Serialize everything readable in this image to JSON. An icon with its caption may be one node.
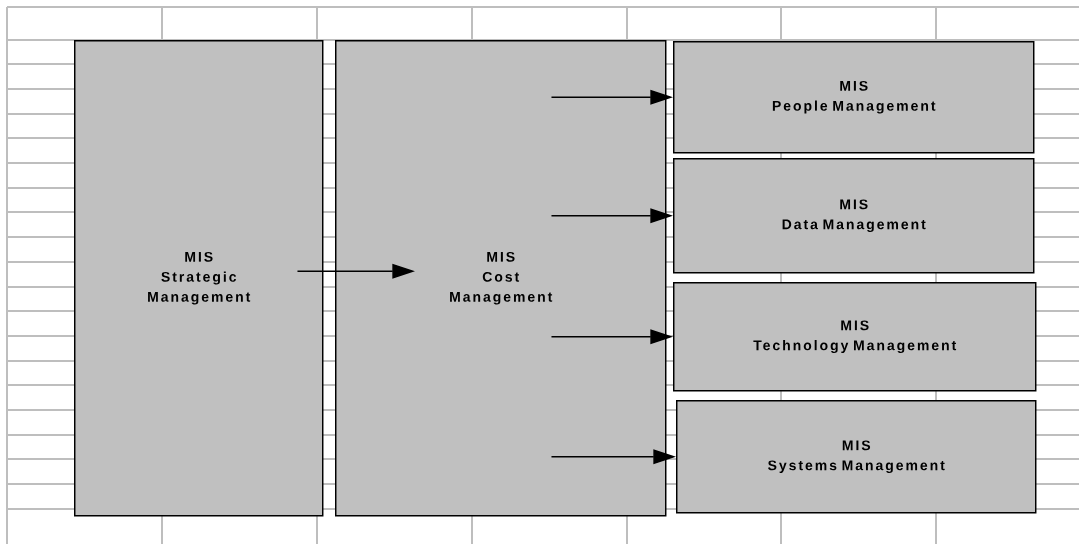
{
  "diagram": {
    "nodes": [
      {
        "text": [
          "MIS",
          "Strategic Management"
        ]
      },
      {
        "text": [
          "MIS",
          "Cost Management"
        ]
      },
      {
        "text": [
          "MIS",
          "People Management"
        ]
      },
      {
        "text": [
          "MIS",
          "Data Management"
        ]
      },
      {
        "text": [
          "MIS",
          "Technology Management"
        ]
      },
      {
        "text": [
          "MIS",
          "Systems Management"
        ]
      }
    ],
    "edges": [
      {
        "from": 0,
        "to": 1,
        "arrow": "to"
      },
      {
        "from": 1,
        "to": 2,
        "arrow": "to"
      },
      {
        "from": 1,
        "to": 3,
        "arrow": "to"
      },
      {
        "from": 1,
        "to": 4,
        "arrow": "to"
      },
      {
        "from": 1,
        "to": 5,
        "arrow": "to"
      }
    ]
  }
}
